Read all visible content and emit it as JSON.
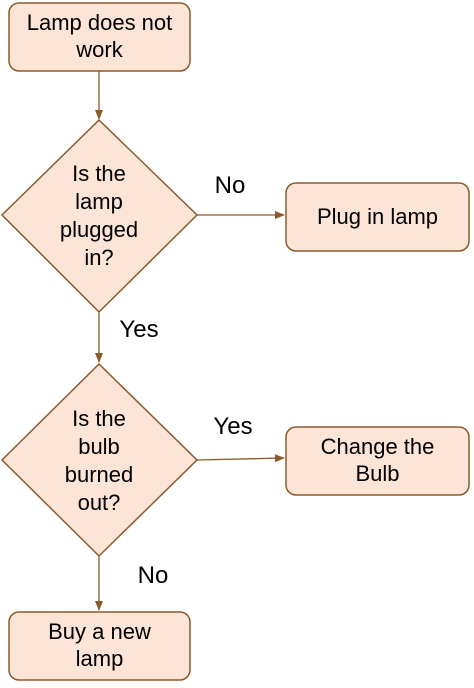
{
  "colors": {
    "fill": "#FCE4D6",
    "stroke": "#8B5A2B",
    "text": "#000000"
  },
  "nodes": {
    "start": {
      "line1": "Lamp does not",
      "line2": "work"
    },
    "decision_plug": {
      "line1": "Is the",
      "line2": "lamp",
      "line3": "plugged",
      "line4": "in?"
    },
    "plug_in": {
      "label": "Plug in lamp"
    },
    "decision_bulb": {
      "line1": "Is the",
      "line2": "bulb",
      "line3": "burned",
      "line4": "out?"
    },
    "change_bulb": {
      "line1": "Change the",
      "line2": "Bulb"
    },
    "buy_lamp": {
      "line1": "Buy a new",
      "line2": "lamp"
    }
  },
  "edges": {
    "plug_no": "No",
    "plug_yes": "Yes",
    "bulb_yes": "Yes",
    "bulb_no": "No"
  }
}
